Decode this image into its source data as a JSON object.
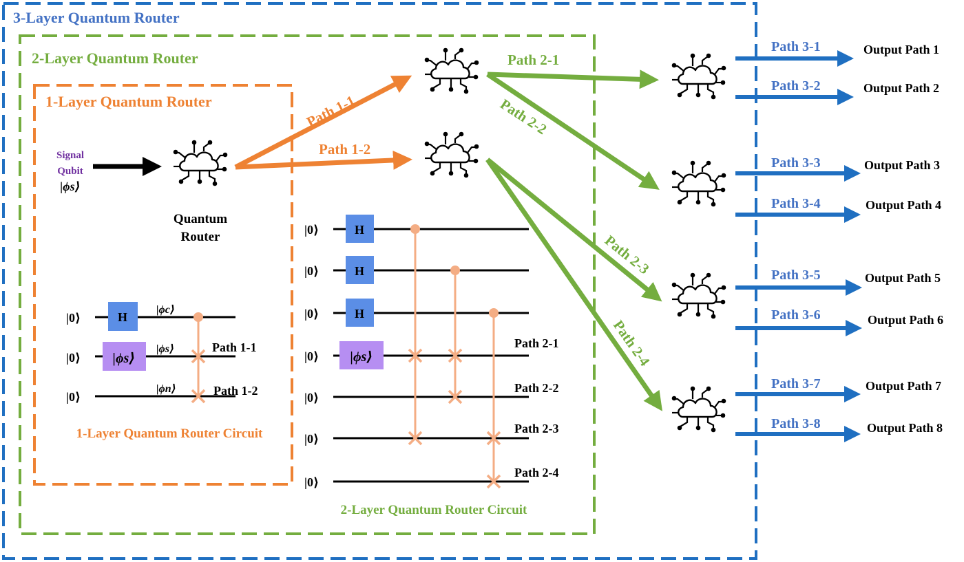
{
  "colors": {
    "layer3": "#1f6fc1",
    "layer2": "#74ad3f",
    "layer1": "#ee8233",
    "swap": "#f4ad84",
    "hadamard": "#5b8ee6",
    "signal_gate": "#b68ef2",
    "signal_text": "#7030a0",
    "path3_text": "#4472c4",
    "black": "#000000"
  },
  "boxes": {
    "layer3_title": "3-Layer Quantum Router",
    "layer2_title": "2-Layer Quantum Router",
    "layer1_title": "1-Layer Quantum Router"
  },
  "signal": {
    "line1": "Signal",
    "line2": "Qubit",
    "state": "|ϕs⟩"
  },
  "router_caption": {
    "line1": "Quantum",
    "line2": "Router"
  },
  "paths_layer1": [
    "Path 1-1",
    "Path 1-2"
  ],
  "paths_layer2": [
    "Path 2-1",
    "Path 2-2",
    "Path 2-3",
    "Path 2-4"
  ],
  "paths_layer3": [
    "Path 3-1",
    "Path 3-2",
    "Path 3-3",
    "Path 3-4",
    "Path 3-5",
    "Path 3-6",
    "Path 3-7",
    "Path 3-8"
  ],
  "outputs": [
    "Output Path 1",
    "Output Path 2",
    "Output Path 3",
    "Output Path 4",
    "Output Path 5",
    "Output Path 6",
    "Output Path 7",
    "Output Path 8"
  ],
  "circuit1": {
    "caption": "1-Layer Quantum Router Circuit",
    "kets": [
      "|0⟩",
      "|0⟩",
      "|0⟩"
    ],
    "gate_h": "H",
    "gate_signal": "|ϕs⟩",
    "wire_labels": [
      "|ϕc⟩",
      "|ϕs⟩",
      "|ϕn⟩"
    ],
    "outputs": [
      "Path 1-1",
      "Path 1-2"
    ]
  },
  "circuit2": {
    "caption": "2-Layer Quantum Router Circuit",
    "kets": [
      "|0⟩",
      "|0⟩",
      "|0⟩",
      "|0⟩",
      "|0⟩",
      "|0⟩",
      "|0⟩"
    ],
    "gate_h": "H",
    "gate_signal": "|ϕs⟩",
    "outputs": [
      "Path 2-1",
      "Path 2-2",
      "Path 2-3",
      "Path 2-4"
    ]
  }
}
